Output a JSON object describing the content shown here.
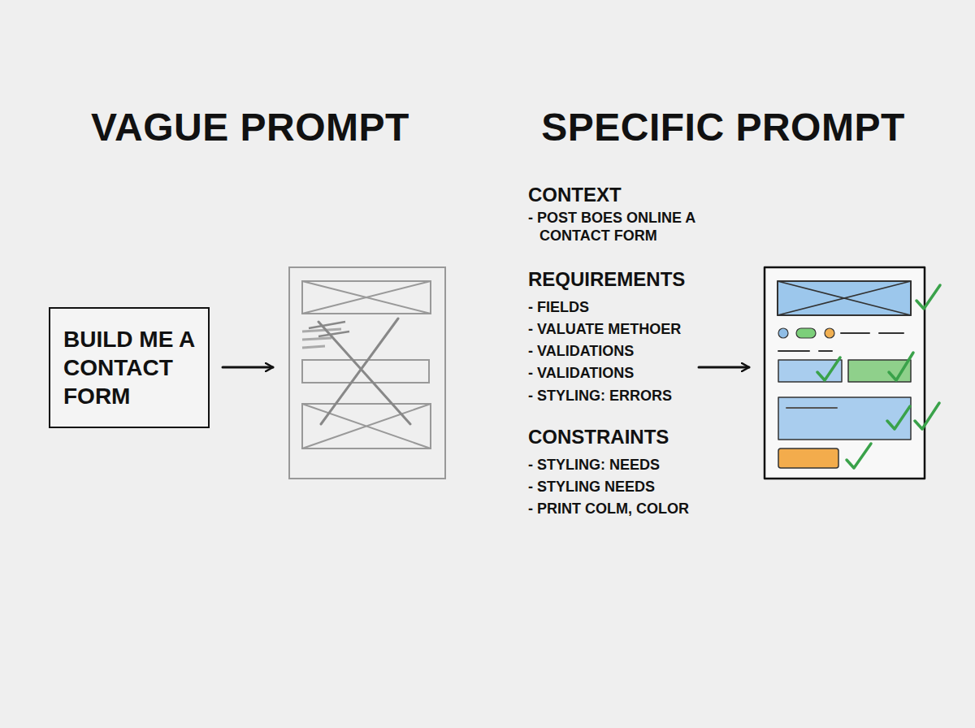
{
  "diagram": {
    "nodes": [
      {
        "text": [
          "BUILD ME A CONTACT FORM"
        ]
      }
    ],
    "labels": [
      "VAGUE PROMPT",
      "SPECIFIC PROMPT",
      "CONTEXT",
      "- POST BOES ONLINE A CONTACT FORM",
      "REQUIREMENTS",
      "- FIELDS",
      "- VALUATE METHOER",
      "- VALIDATIONS",
      "- VALIDATIONS",
      "- STYLING: ERRORS",
      "CONSTRAINTS",
      "- STYLING: NEEDS",
      "- STYLING NEEDS",
      "- PRINT COLM, COLOR"
    ]
  }
}
